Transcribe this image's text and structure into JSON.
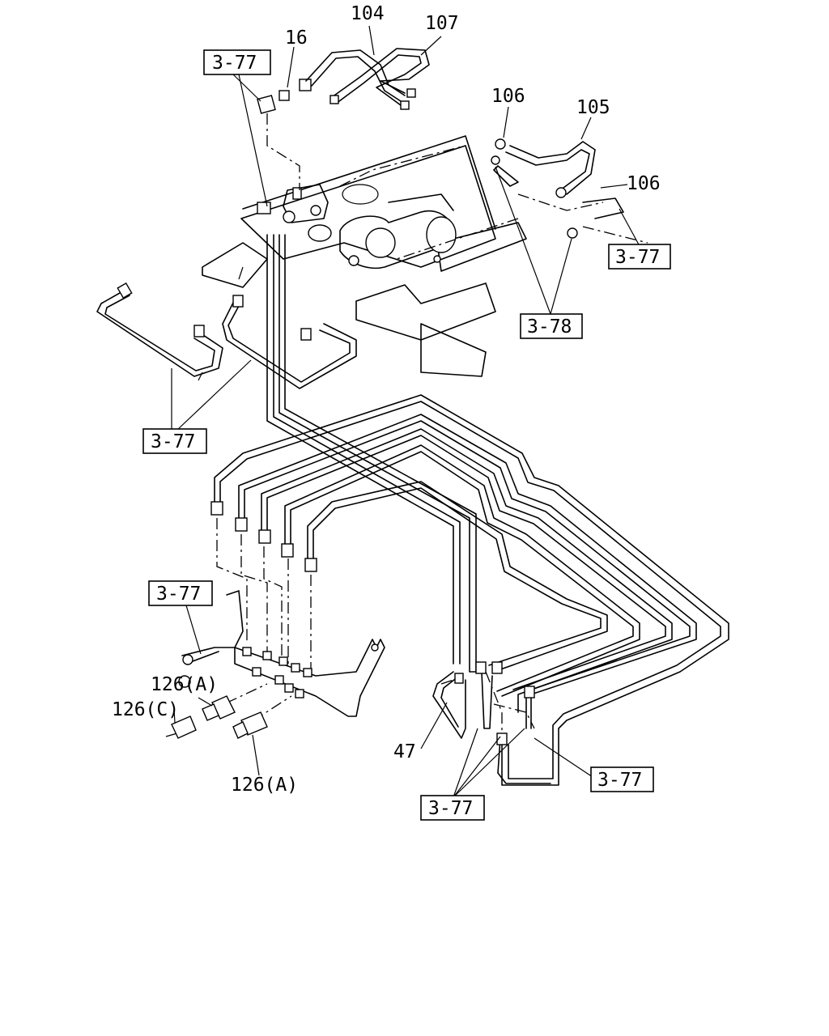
{
  "labels": {
    "p104": "104",
    "p107": "107",
    "p16": "16",
    "p106a": "106",
    "p105": "105",
    "p106b": "106",
    "p47": "47",
    "p126a_top": "126(A)",
    "p126c": "126(C)",
    "p126a_bottom": "126(A)"
  },
  "refs": {
    "r1": "3-77",
    "r2": "3-77",
    "r3": "3-78",
    "r4": "3-77",
    "r5": "3-77",
    "r6": "3-77",
    "r7": "3-77"
  }
}
